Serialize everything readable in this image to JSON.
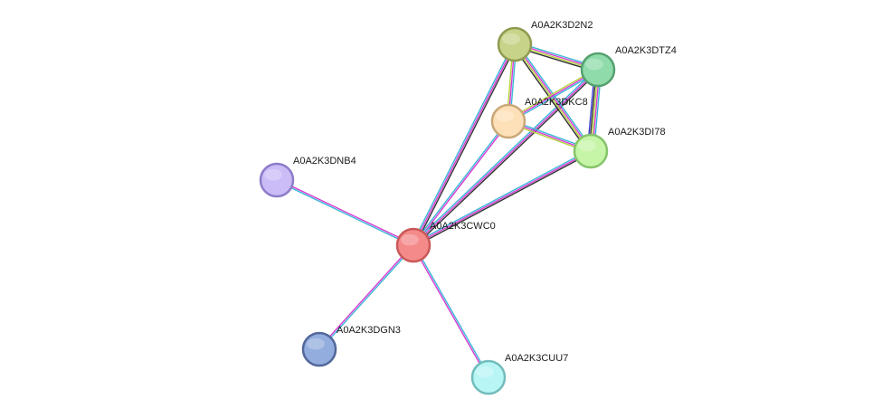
{
  "network": {
    "nodes": [
      {
        "id": "A0A2K3D2N2",
        "label": "A0A2K3D2N2",
        "fill": "#c8d38a",
        "stroke": "#8f9a4f"
      },
      {
        "id": "A0A2K3DTZ4",
        "label": "A0A2K3DTZ4",
        "fill": "#8fdcaa",
        "stroke": "#55a06f"
      },
      {
        "id": "A0A2K3DKC8",
        "label": "A0A2K3DKC8",
        "fill": "#fde0b8",
        "stroke": "#c9a878"
      },
      {
        "id": "A0A2K3DI78",
        "label": "A0A2K3DI78",
        "fill": "#c6f5a7",
        "stroke": "#86c46a"
      },
      {
        "id": "A0A2K3DNB4",
        "label": "A0A2K3DNB4",
        "fill": "#cbbcf7",
        "stroke": "#8c7cc9"
      },
      {
        "id": "A0A2K3CWC0",
        "label": "A0A2K3CWC0",
        "fill": "#f48a8a",
        "stroke": "#c95858"
      },
      {
        "id": "A0A2K3DGN3",
        "label": "A0A2K3DGN3",
        "fill": "#93aede",
        "stroke": "#52679a"
      },
      {
        "id": "A0A2K3CUU7",
        "label": "A0A2K3CUU7",
        "fill": "#b8f6f6",
        "stroke": "#72bcbc"
      }
    ],
    "edges": [
      {
        "source": "A0A2K3CWC0",
        "target": "A0A2K3DNB4",
        "colors": [
          "#3cb6d6",
          "#d43bd4"
        ]
      },
      {
        "source": "A0A2K3CWC0",
        "target": "A0A2K3DGN3",
        "colors": [
          "#3cb6d6",
          "#d43bd4"
        ]
      },
      {
        "source": "A0A2K3CWC0",
        "target": "A0A2K3CUU7",
        "colors": [
          "#3cb6d6",
          "#d43bd4"
        ]
      },
      {
        "source": "A0A2K3CWC0",
        "target": "A0A2K3D2N2",
        "colors": [
          "#3cb6d6",
          "#d43bd4",
          "#333333"
        ]
      },
      {
        "source": "A0A2K3CWC0",
        "target": "A0A2K3DKC8",
        "colors": [
          "#3cb6d6",
          "#d43bd4"
        ]
      },
      {
        "source": "A0A2K3CWC0",
        "target": "A0A2K3DTZ4",
        "colors": [
          "#3cb6d6",
          "#d43bd4",
          "#333333"
        ]
      },
      {
        "source": "A0A2K3CWC0",
        "target": "A0A2K3DI78",
        "colors": [
          "#3cb6d6",
          "#d43bd4",
          "#333333"
        ]
      },
      {
        "source": "A0A2K3D2N2",
        "target": "A0A2K3DTZ4",
        "colors": [
          "#3cb6d6",
          "#d43bd4",
          "#b5d23c",
          "#333333"
        ]
      },
      {
        "source": "A0A2K3D2N2",
        "target": "A0A2K3DKC8",
        "colors": [
          "#3cb6d6",
          "#d43bd4",
          "#b5d23c"
        ]
      },
      {
        "source": "A0A2K3D2N2",
        "target": "A0A2K3DI78",
        "colors": [
          "#3cb6d6",
          "#d43bd4",
          "#b5d23c",
          "#333333"
        ]
      },
      {
        "source": "A0A2K3DTZ4",
        "target": "A0A2K3DKC8",
        "colors": [
          "#3cb6d6",
          "#d43bd4",
          "#b5d23c"
        ]
      },
      {
        "source": "A0A2K3DTZ4",
        "target": "A0A2K3DI78",
        "colors": [
          "#3cb6d6",
          "#d43bd4",
          "#b5d23c",
          "#333333",
          "#3b3bd4"
        ]
      },
      {
        "source": "A0A2K3DKC8",
        "target": "A0A2K3DI78",
        "colors": [
          "#3cb6d6",
          "#d43bd4",
          "#b5d23c"
        ]
      }
    ]
  }
}
